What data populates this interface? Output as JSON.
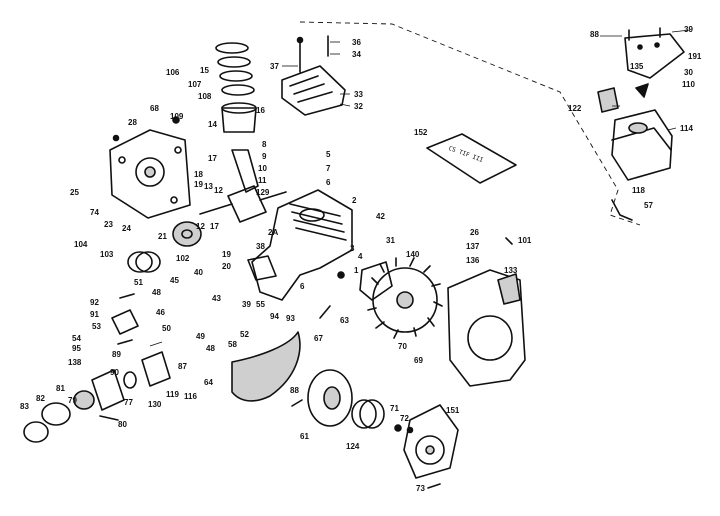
{
  "booklet_text": "CS TIF III",
  "callouts": [
    {
      "id": "c-39",
      "label": "39"
    },
    {
      "id": "c-88a",
      "label": "88"
    },
    {
      "id": "c-36",
      "label": "36"
    },
    {
      "id": "c-34",
      "label": "34"
    },
    {
      "id": "c-37",
      "label": "37"
    },
    {
      "id": "c-33",
      "label": "33"
    },
    {
      "id": "c-32",
      "label": "32"
    },
    {
      "id": "c-191",
      "label": "191"
    },
    {
      "id": "c-135",
      "label": "135"
    },
    {
      "id": "c-30",
      "label": "30"
    },
    {
      "id": "c-110",
      "label": "110"
    },
    {
      "id": "c-122",
      "label": "122"
    },
    {
      "id": "c-114",
      "label": "114"
    },
    {
      "id": "c-118",
      "label": "118"
    },
    {
      "id": "c-57",
      "label": "57"
    },
    {
      "id": "c-152",
      "label": "152"
    },
    {
      "id": "c-106",
      "label": "106"
    },
    {
      "id": "c-15",
      "label": "15"
    },
    {
      "id": "c-107",
      "label": "107"
    },
    {
      "id": "c-108",
      "label": "108"
    },
    {
      "id": "c-68",
      "label": "68"
    },
    {
      "id": "c-109",
      "label": "109"
    },
    {
      "id": "c-16",
      "label": "16"
    },
    {
      "id": "c-14",
      "label": "14"
    },
    {
      "id": "c-28",
      "label": "28"
    },
    {
      "id": "c-17",
      "label": "17"
    },
    {
      "id": "c-18",
      "label": "18"
    },
    {
      "id": "c-19",
      "label": "19"
    },
    {
      "id": "c-13",
      "label": "13"
    },
    {
      "id": "c-12",
      "label": "12"
    },
    {
      "id": "c-129",
      "label": "129"
    },
    {
      "id": "c-8",
      "label": "8"
    },
    {
      "id": "c-9",
      "label": "9"
    },
    {
      "id": "c-10",
      "label": "10"
    },
    {
      "id": "c-11",
      "label": "11"
    },
    {
      "id": "c-5",
      "label": "5"
    },
    {
      "id": "c-7",
      "label": "7"
    },
    {
      "id": "c-6a",
      "label": "6"
    },
    {
      "id": "c-2",
      "label": "2"
    },
    {
      "id": "c-42",
      "label": "42"
    },
    {
      "id": "c-25",
      "label": "25"
    },
    {
      "id": "c-74",
      "label": "74"
    },
    {
      "id": "c-23",
      "label": "23"
    },
    {
      "id": "c-24",
      "label": "24"
    },
    {
      "id": "c-12b",
      "label": "12"
    },
    {
      "id": "c-17b",
      "label": "17"
    },
    {
      "id": "c-21",
      "label": "21"
    },
    {
      "id": "c-2a",
      "label": "2A"
    },
    {
      "id": "c-104",
      "label": "104"
    },
    {
      "id": "c-103",
      "label": "103"
    },
    {
      "id": "c-102",
      "label": "102"
    },
    {
      "id": "c-38",
      "label": "38"
    },
    {
      "id": "c-3",
      "label": "3"
    },
    {
      "id": "c-4",
      "label": "4"
    },
    {
      "id": "c-1",
      "label": "1"
    },
    {
      "id": "c-19b",
      "label": "19"
    },
    {
      "id": "c-20",
      "label": "20"
    },
    {
      "id": "c-31",
      "label": "31"
    },
    {
      "id": "c-140",
      "label": "140"
    },
    {
      "id": "c-26",
      "label": "26"
    },
    {
      "id": "c-137",
      "label": "137"
    },
    {
      "id": "c-136",
      "label": "136"
    },
    {
      "id": "c-101",
      "label": "101"
    },
    {
      "id": "c-133",
      "label": "133"
    },
    {
      "id": "c-51",
      "label": "51"
    },
    {
      "id": "c-48",
      "label": "48"
    },
    {
      "id": "c-45",
      "label": "45"
    },
    {
      "id": "c-40",
      "label": "40"
    },
    {
      "id": "c-43",
      "label": "43"
    },
    {
      "id": "c-46",
      "label": "46"
    },
    {
      "id": "c-39b",
      "label": "39"
    },
    {
      "id": "c-55",
      "label": "55"
    },
    {
      "id": "c-6b",
      "label": "6"
    },
    {
      "id": "c-92",
      "label": "92"
    },
    {
      "id": "c-91",
      "label": "91"
    },
    {
      "id": "c-53",
      "label": "53"
    },
    {
      "id": "c-54",
      "label": "54"
    },
    {
      "id": "c-95",
      "label": "95"
    },
    {
      "id": "c-94",
      "label": "94"
    },
    {
      "id": "c-138",
      "label": "138"
    },
    {
      "id": "c-50",
      "label": "50"
    },
    {
      "id": "c-49",
      "label": "49"
    },
    {
      "id": "c-48b",
      "label": "48"
    },
    {
      "id": "c-52",
      "label": "52"
    },
    {
      "id": "c-58",
      "label": "58"
    },
    {
      "id": "c-93",
      "label": "93"
    },
    {
      "id": "c-63",
      "label": "63"
    },
    {
      "id": "c-67",
      "label": "67"
    },
    {
      "id": "c-70",
      "label": "70"
    },
    {
      "id": "c-69",
      "label": "69"
    },
    {
      "id": "c-89",
      "label": "89"
    },
    {
      "id": "c-87",
      "label": "87"
    },
    {
      "id": "c-64",
      "label": "64"
    },
    {
      "id": "c-90",
      "label": "90"
    },
    {
      "id": "c-77",
      "label": "77"
    },
    {
      "id": "c-130",
      "label": "130"
    },
    {
      "id": "c-119",
      "label": "119"
    },
    {
      "id": "c-116",
      "label": "116"
    },
    {
      "id": "c-81",
      "label": "81"
    },
    {
      "id": "c-79",
      "label": "79"
    },
    {
      "id": "c-82",
      "label": "82"
    },
    {
      "id": "c-83",
      "label": "83"
    },
    {
      "id": "c-80",
      "label": "80"
    },
    {
      "id": "c-88b",
      "label": "88"
    },
    {
      "id": "c-61",
      "label": "61"
    },
    {
      "id": "c-124",
      "label": "124"
    },
    {
      "id": "c-71",
      "label": "71"
    },
    {
      "id": "c-72",
      "label": "72"
    },
    {
      "id": "c-151",
      "label": "151"
    },
    {
      "id": "c-73",
      "label": "73"
    }
  ]
}
